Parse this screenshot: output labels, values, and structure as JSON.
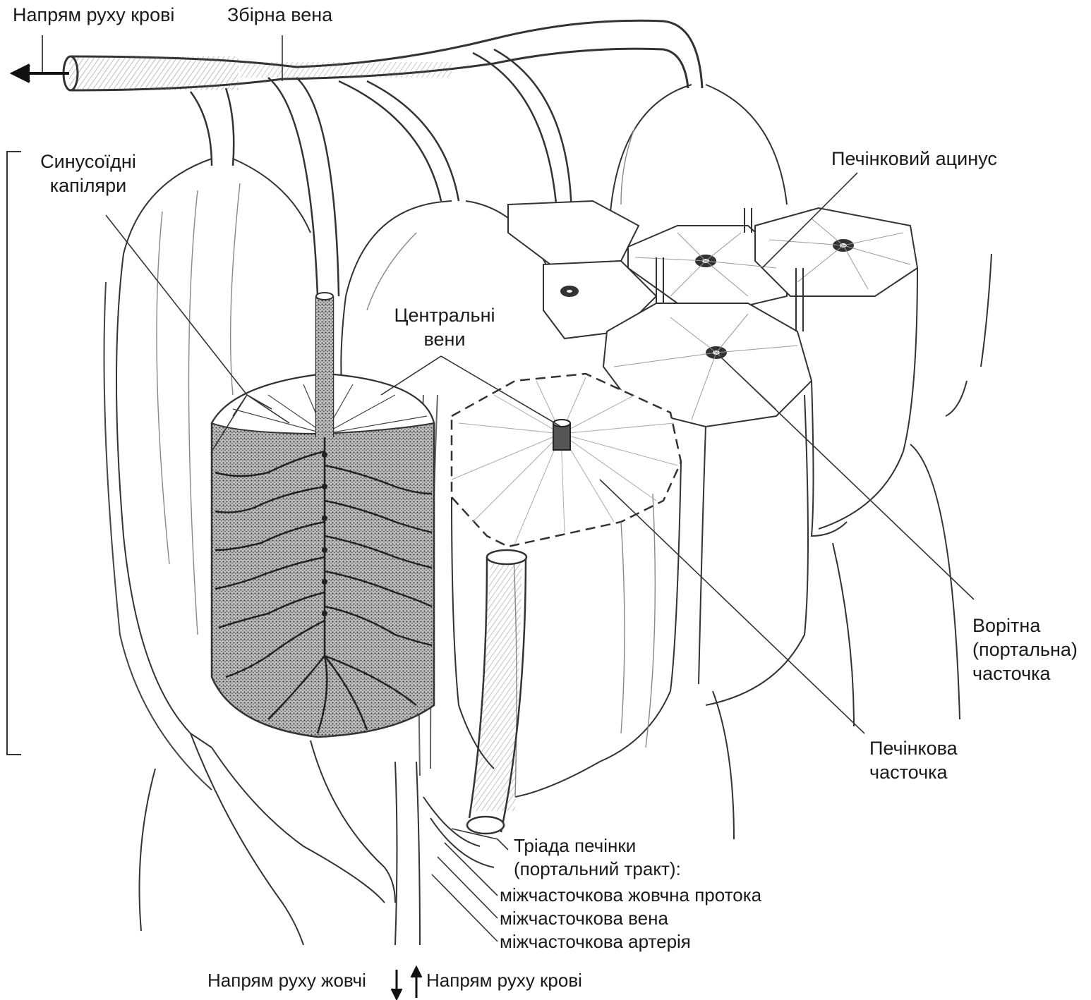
{
  "labels": {
    "blood_flow_top": "Напрям руху крові",
    "collecting_vein": "Збірна вена",
    "sinusoid_line1": "Синусоїдні",
    "sinusoid_line2": "капіляри",
    "acinus": "Печінковий ацинус",
    "central_line1": "Центральні",
    "central_line2": "вени",
    "portal_line1": "Ворітна",
    "portal_line2": "(портальна)",
    "portal_line3": "часточка",
    "hepatic_lobule_line1": "Печінкова",
    "hepatic_lobule_line2": "часточка",
    "triad_line1": "Тріада печінки",
    "triad_line2": "(портальний тракт):",
    "bile_duct": "міжчасточкова жовчна протока",
    "vein": "міжчасточкова вена",
    "artery": "міжчасточкова артерія",
    "bile_flow": "Напрям руху жовчі",
    "blood_flow_bottom": "Напрям руху крові"
  },
  "colors": {
    "ink": "#1a1a1a",
    "line": "#333333",
    "stipple": "#8a8a8a",
    "background": "#ffffff"
  }
}
